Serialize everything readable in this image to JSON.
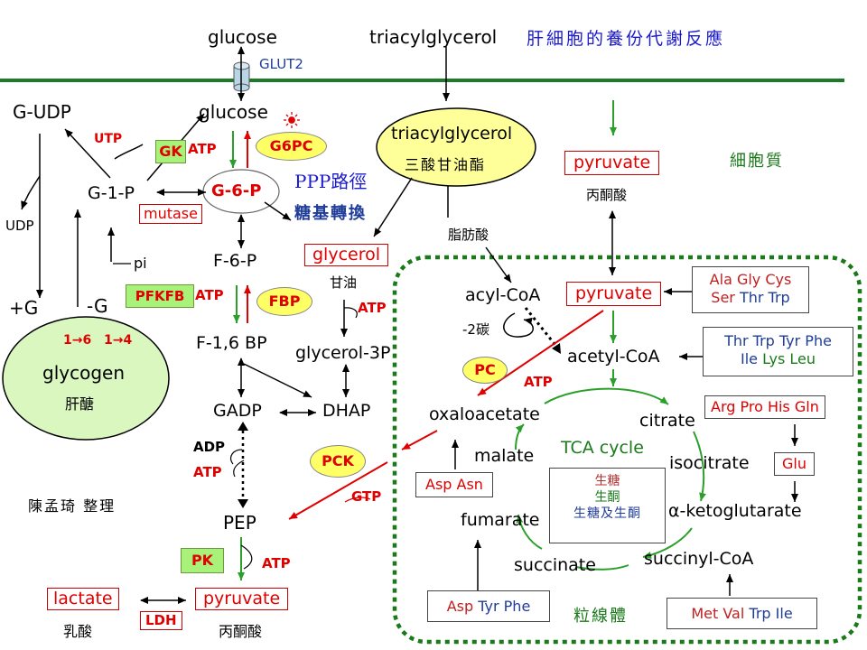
{
  "title": "肝細胞的養份代謝反應",
  "top": {
    "glucose": "glucose",
    "triacylglycerol": "triacylglycerol",
    "glut2": "GLUT2"
  },
  "compartments": {
    "cytoplasm": "細胞質",
    "mitochondria": "粒線體",
    "author": "陳孟琦 整理"
  },
  "glycogen_branch": {
    "g_udp": "G-UDP",
    "utp": "UTP",
    "g1p": "G-1-P",
    "udp": "UDP",
    "mutase": "mutase",
    "pi": "pi",
    "plus_g": "+G",
    "minus_g": "-G",
    "bond16": "1→6",
    "bond14": "1→4",
    "glycogen": "glycogen",
    "glycogen_zh": "肝醣"
  },
  "glycolysis": {
    "glucose": "glucose",
    "gk": "GK",
    "atp1": "ATP",
    "g6pc": "G6PC",
    "g6p": "G-6-P",
    "ppp": "PPP路徑",
    "ppp2": "糖基轉換",
    "f6p": "F-6-P",
    "pfkfb": "PFKFB",
    "atp2": "ATP",
    "fbp": "FBP",
    "f16bp": "F-1,6 BP",
    "gadp": "GADP",
    "dhap": "DHAP",
    "adp": "ADP",
    "atp3": "ATP",
    "pep": "PEP",
    "pk": "PK",
    "atp4": "ATP",
    "pyruvate": "pyruvate",
    "pyruvate_zh": "丙酮酸",
    "lactate": "lactate",
    "lactate_zh": "乳酸",
    "ldh": "LDH"
  },
  "lipid": {
    "triacylglycerol": "triacylglycerol",
    "triacylglycerol_zh": "三酸甘油酯",
    "fatty_acid_zh": "脂肪酸",
    "glycerol": "glycerol",
    "glycerol_zh": "甘油",
    "atp": "ATP",
    "glycerol3p": "glycerol-3P"
  },
  "cyto_pyruvate": {
    "label": "pyruvate",
    "zh": "丙酮酸"
  },
  "mito": {
    "acyl_coa": "acyl-CoA",
    "minus2c": "-2碳",
    "pyruvate": "pyruvate",
    "pc": "PC",
    "atp": "ATP",
    "acetyl_coa": "acetyl-CoA",
    "oxaloacetate": "oxaloacetate",
    "citrate": "citrate",
    "isocitrate": "isocitrate",
    "akg": "α-ketoglutarate",
    "succinyl_coa": "succinyl-CoA",
    "succinate": "succinate",
    "fumarate": "fumarate",
    "malate": "malate",
    "tca": "TCA cycle",
    "pck": "PCK",
    "gtp": "GTP",
    "legend": {
      "glucogenic": "生糖",
      "ketogenic": "生酮",
      "both": "生糖及生酮"
    }
  },
  "amino_acids": {
    "pyruvate_aa1": "Ala Gly Cys",
    "pyruvate_aa2_red": "Ser",
    "pyruvate_aa2_blue": "Thr Trp",
    "acetyl_aa1": "Thr Trp Tyr Phe",
    "acetyl_aa2_blue": "Ile",
    "acetyl_aa2_green": "Lys Leu",
    "glu_aa": "Arg Pro His Gln",
    "glu": "Glu",
    "oaa_aa": "Asp Asn",
    "fum_aa_red": "Asp",
    "fum_aa_blue": "Tyr Phe",
    "succ_aa_red": "Met Val",
    "succ_aa_blue": "Trp Ile"
  },
  "colors": {
    "membrane": "#1e7a2a",
    "arrow_red": "#e00000",
    "arrow_green": "#2aa02a",
    "mito_border": "#1a7a1a",
    "oval_yellow": "#ffff99",
    "ellipse_green": "#d9f7bf"
  }
}
